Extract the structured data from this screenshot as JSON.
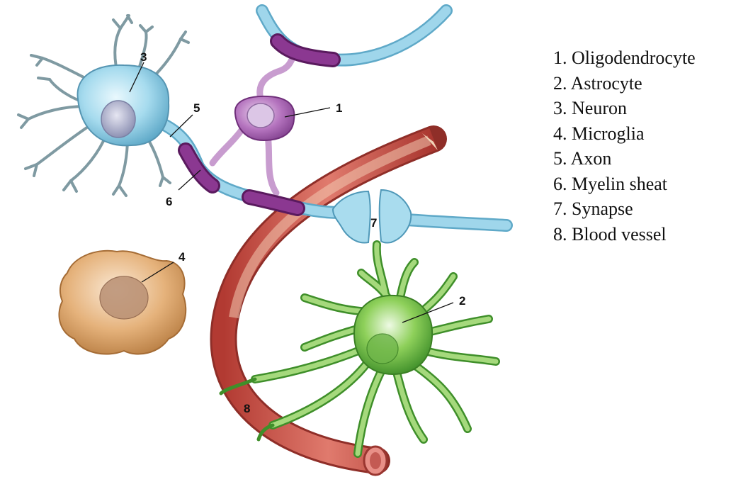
{
  "diagram": {
    "markers": {
      "oligodendrocyte": "1",
      "astrocyte": "2",
      "neuron": "3",
      "microglia": "4",
      "axon": "5",
      "myelin_sheat": "6",
      "synapse": "7",
      "blood_vessel": "8"
    }
  },
  "legend": {
    "items": [
      "1. Oligodendrocyte",
      "2. Astrocyte",
      "3. Neuron",
      "4. Microglia",
      "5. Axon",
      "6. Myelin sheat",
      "7. Synapse",
      "8. Blood vessel"
    ]
  },
  "colors": {
    "neuron": "#a9dcee",
    "axon": "#8fcde3",
    "myelin": "#7b2a7e",
    "oligodendrocyte": "#b473be",
    "astrocyte": "#7cc04a",
    "microglia": "#e5b27b",
    "blood_vessel": "#c44a3e",
    "dendrite": "#7f9aa2"
  }
}
